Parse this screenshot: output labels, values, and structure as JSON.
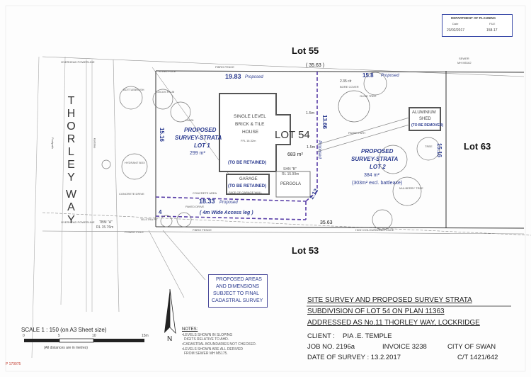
{
  "stamp": {
    "dept": "DEPARTMENT OF PLANNING",
    "date_label": "Date",
    "file_label": "FILE",
    "date": "23/02/2017",
    "file": "158-17"
  },
  "lots": {
    "north": "Lot 55",
    "south": "Lot 53",
    "east": "Lot 63",
    "center": "LOT 54"
  },
  "road_name": [
    "T",
    "H",
    "O",
    "R",
    "L",
    "E",
    "Y",
    "W",
    "A",
    "Y"
  ],
  "dims": {
    "d1983": "19.83",
    "proposed": "Proposed",
    "d3563": "( 35.63 )",
    "d158": "15.8",
    "d1366": "13.66",
    "d1833": "18.33",
    "d3563b": "35.63",
    "d212": "2.12",
    "d1516": "15.16",
    "d1516b": "15.16",
    "d4": "4",
    "d15m": "1.5m",
    "d15mb": "1.5m",
    "d235": "2.35 clr"
  },
  "house": {
    "l1": "SINGLE LEVEL",
    "l2": "BRICK & TILE",
    "l3": "HOUSE",
    "ffl": "FFL 16.32m",
    "retained": "(TO BE RETAINED)"
  },
  "garage": {
    "l1": "GARAGE",
    "retained": "(TO BE RETAINED)",
    "face": "FACE OF GARAGE WALL"
  },
  "pergola": "PERGOLA",
  "shed": {
    "l1": "ALUMINIUM",
    "l2": "SHED",
    "l3": "(TO BE REMOVED)"
  },
  "strata1": {
    "l1": "PROPOSED",
    "l2": "SURVEY-STRATA",
    "l3": "LOT 1",
    "area": "299 m²"
  },
  "strata2": {
    "l1": "PROPOSED",
    "l2": "SURVEY-STRATA",
    "l3": "LOT 2",
    "area": "384 m²",
    "excl": "(303m² excl. battleaxe)"
  },
  "area683": "683 m²",
  "access": "( 4m Wide Access leg )",
  "labels": {
    "fibro_fence_n": "FIBRO   FENCE",
    "fibro_fence_s": "FIBRO    FENCE",
    "steel_pole": "STEEL POLE",
    "overhead_pl": "OVERHEAD POWERLINE",
    "overhead_pl2": "OVERHEAD POWERLINE",
    "sewer": "SEWER",
    "sewer_mh": "MH M5162",
    "lawn": "LAWN",
    "concrete_drive": "CONCRETE DRIVE",
    "paved_drive": "PAVED DRIVE",
    "concrete_area": "CONCRETE AREA",
    "hydrant": "HYDRANT BOX",
    "tbm": "TBM \"A\"",
    "tbm_rl": "RL 15.76m",
    "telstra": "TELSTRA PIT",
    "power_pole": "POWER POLE",
    "high_fence": "HIGH   COLOURBOND   FENCE",
    "paved_path": "PAVED PATH",
    "bore": "BORE COVER",
    "shn": "SHN \"B\"",
    "shn_rl": "RL 15.99m",
    "bottlebrush": "BOTTLEBRUSH",
    "cocos": "COCOS PALM",
    "olive": "OLIVE TREE",
    "mulberry": "MULBERRY TREE",
    "tree": "TREE",
    "footpath": "Footpath",
    "kerb": "Kerbline"
  },
  "proposed_areas": [
    "PROPOSED AREAS",
    "AND DIMENSIONS",
    "SUBJECT TO FINAL",
    "CADASTRAL SURVEY"
  ],
  "title": {
    "l1": "SITE SURVEY AND PROPOSED SURVEY STRATA",
    "l2": "SUBDIVISION OF LOT 54 ON PLAN 11363",
    "l3": "ADDRESSED AS No.11 THORLEY WAY,  LOCKRIDGE"
  },
  "client": {
    "label": "CLIENT :",
    "name": "PIA  .E. TEMPLE"
  },
  "job": {
    "label": "JOB NO. 2196a",
    "invoice": "INVOICE  3238",
    "council": "CITY OF SWAN"
  },
  "survey": {
    "label": "DATE OF SURVEY :  13.2.2017",
    "ct": "C/T 1421/642"
  },
  "scale": {
    "label": "SCALE  1 : 150 (on A3 Sheet size)",
    "ticks": [
      "0",
      "5",
      "10",
      "15m"
    ],
    "note": "(All distances are in metres)"
  },
  "notes": {
    "title": "NOTES:",
    "lines": [
      "•LEVELS SHOWN IN SLOPING",
      "DIGITS RELATIVE TO AHD.",
      "•CADASTRAL BOUNDARIES NOT CHECKED.",
      "•LEVELS SHOWN ARE ALL DERIVED",
      "FROM SEWER MH M5175."
    ]
  },
  "north": "N",
  "ref": "P 170075"
}
